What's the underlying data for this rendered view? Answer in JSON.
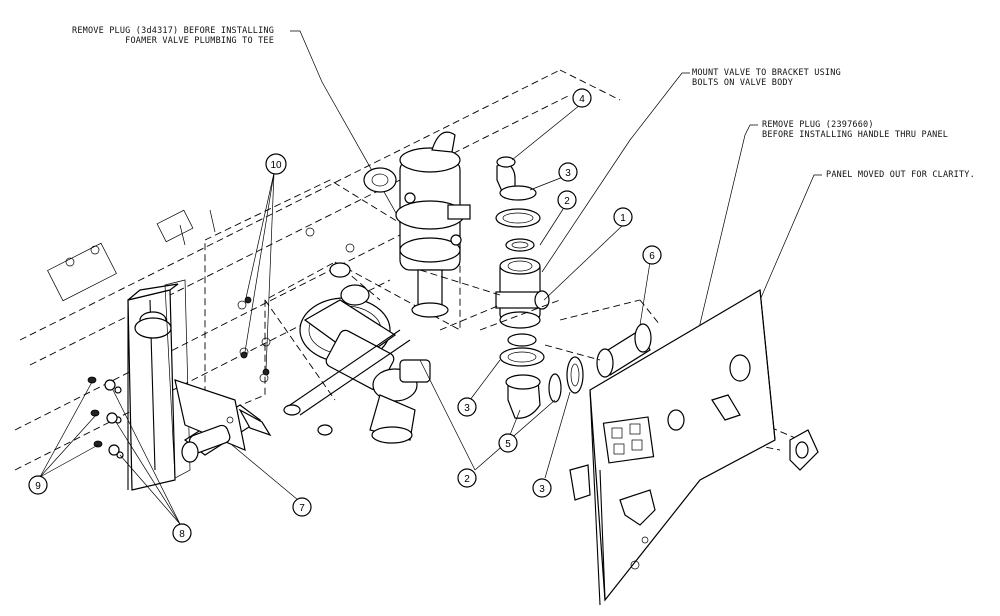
{
  "notes": {
    "note1_line1": "REMOVE PLUG (3d4317) BEFORE INSTALLING",
    "note1_line2": "FOAMER VALVE PLUMBING TO TEE",
    "note2_line1": "MOUNT VALVE TO BRACKET USING",
    "note2_line2": "BOLTS ON VALVE BODY",
    "note3_line1": "REMOVE PLUG (2397660)",
    "note3_line2": "BEFORE INSTALLING HANDLE THRU PANEL",
    "note4": "PANEL MOVED OUT FOR CLARITY."
  },
  "callouts": [
    "1",
    "2",
    "3",
    "4",
    "5",
    "6",
    "7",
    "8",
    "9",
    "10"
  ],
  "colors": {
    "ink": "#000000",
    "paper": "#ffffff"
  }
}
